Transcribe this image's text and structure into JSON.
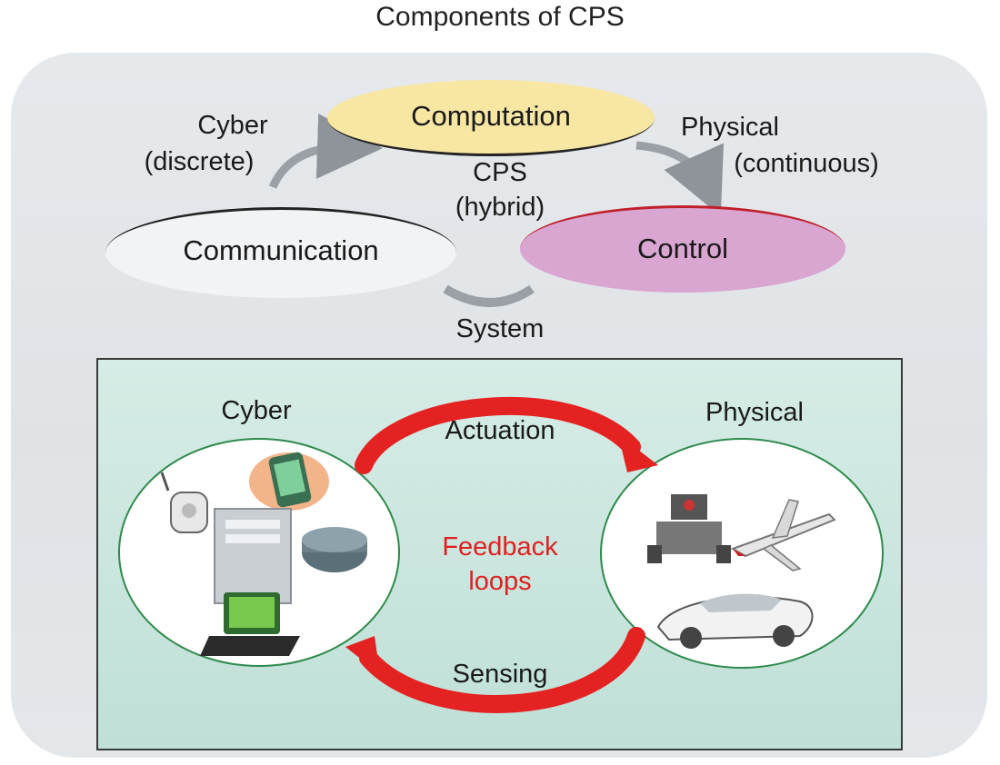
{
  "title": "Components of CPS",
  "components": {
    "computation": "Computation",
    "communication": "Communication",
    "control": "Control",
    "cps_line1": "CPS",
    "cps_line2": "(hybrid)",
    "cyber_line1": "Cyber",
    "cyber_line2": "(discrete)",
    "physical_line1": "Physical",
    "physical_line2": "(continuous)",
    "system": "System"
  },
  "loop": {
    "cyber": "Cyber",
    "physical": "Physical",
    "actuation": "Actuation",
    "sensing": "Sensing",
    "feedback_line1": "Feedback",
    "feedback_line2": "loops"
  },
  "colors": {
    "computation_fill": "#f8e6a3",
    "control_fill": "#d9a6d2",
    "feedback_arrow": "#e52222",
    "feedback_text": "#e02020",
    "panel_fill": "#c9e6de",
    "circle_border": "#2e8a4c"
  },
  "icons": {
    "cyber": [
      "wireless-sensor-icon",
      "smartphone-icon",
      "server-tower-icon",
      "router-icon",
      "laptop-icon"
    ],
    "physical": [
      "robot-icon",
      "airplane-icon",
      "car-icon"
    ]
  }
}
